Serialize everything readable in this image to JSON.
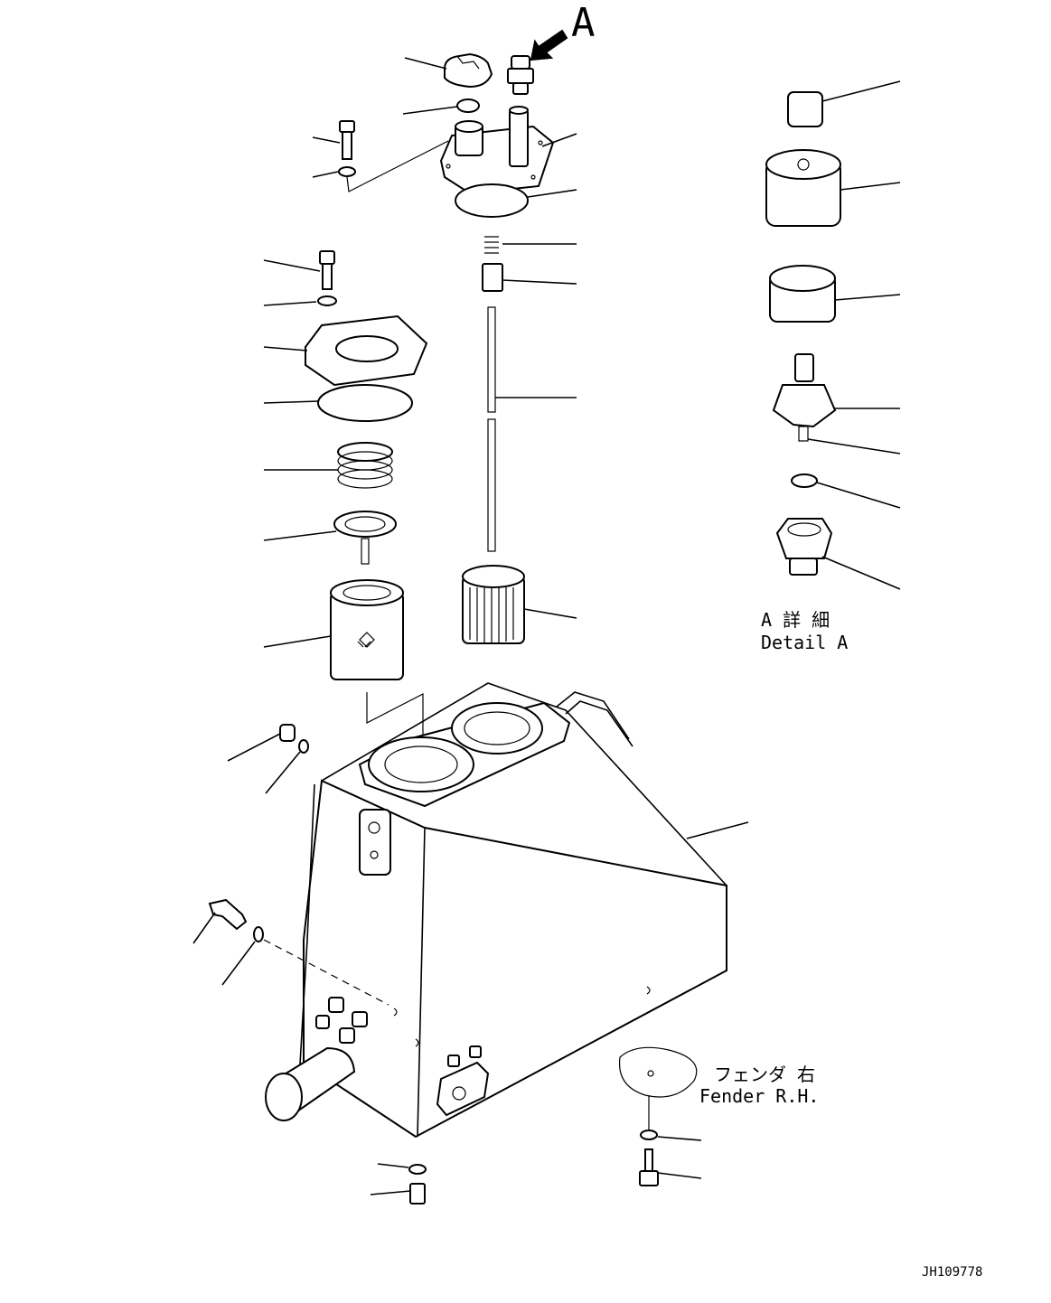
{
  "view_label": "A",
  "detail_label": {
    "jp": "A 詳 細",
    "en": "Detail A"
  },
  "fender_label": {
    "jp": "フェンダ 右",
    "en": "Fender R.H."
  },
  "drawing_number": "JH109778"
}
